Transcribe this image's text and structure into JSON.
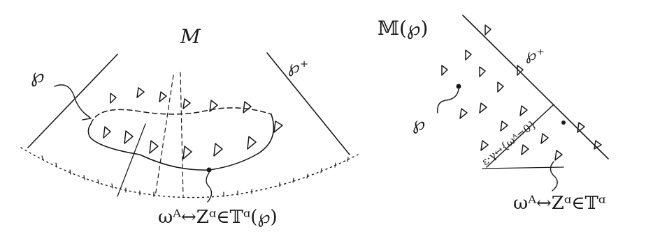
{
  "left_panel": {
    "space_label": "M",
    "curve_label": "℘",
    "region_label": "℘⁺",
    "twistor_caption": "ωᴬ↔Zᵅ∈𝕋ᵅ(℘)"
  },
  "right_panel": {
    "space_label": "𝕄(℘)",
    "region_label": "℘⁺",
    "curve_label": "℘",
    "condition_label": "ε·γ↔{ωᴬ=0}",
    "twistor_caption": "ωᴬ↔Zᵅ∈𝕋ᵅ"
  },
  "colors": {
    "ink": "#1a1a1a",
    "paper": "#ffffff"
  }
}
